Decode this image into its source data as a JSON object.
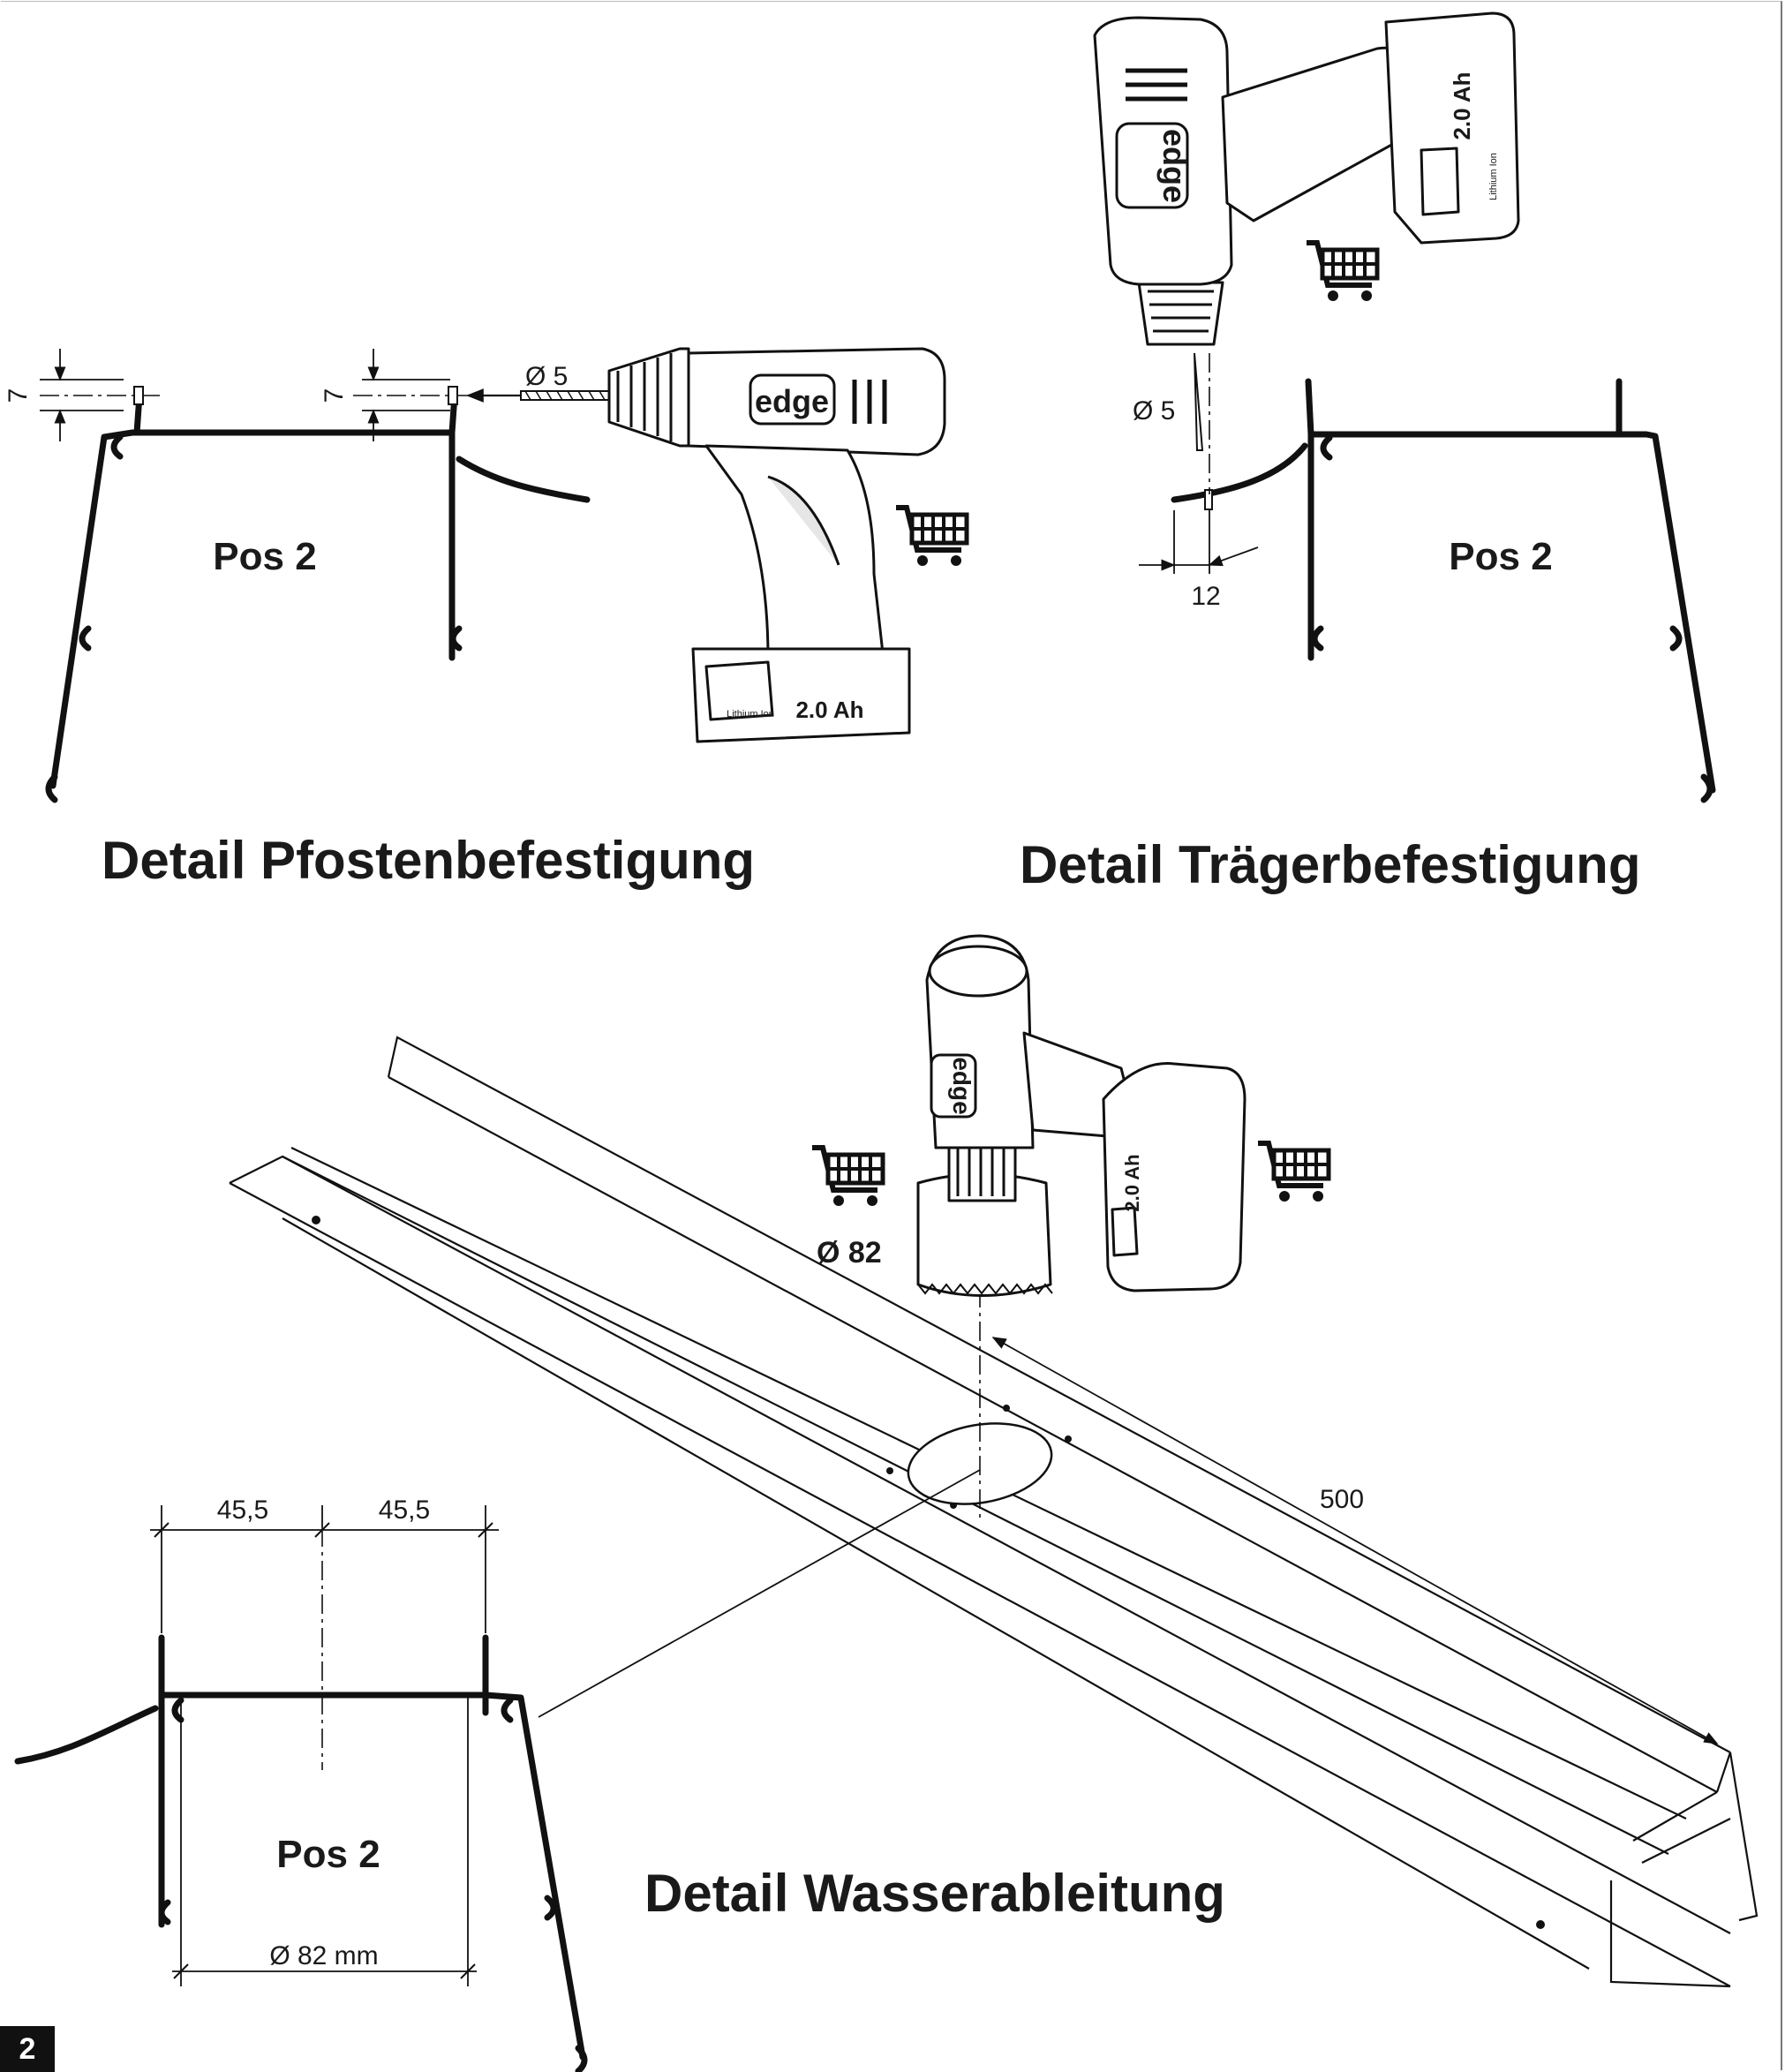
{
  "details": {
    "post": {
      "title": "Detail Pfostenbefestigung",
      "pos_label": "Pos 2",
      "dim_left": "7",
      "dim_right": "7",
      "drill_dia": "Ø 5"
    },
    "beam": {
      "title": "Detail Trägerbefestigung",
      "pos_label": "Pos 2",
      "drill_dia": "Ø 5",
      "dim_offset": "12"
    },
    "drain": {
      "title": "Detail Wasserableitung",
      "pos_label": "Pos 2",
      "dim_half_left": "45,5",
      "dim_half_right": "45,5",
      "hole_dia": "Ø 82 mm",
      "holesaw_dia": "Ø 82",
      "dim_length": "500"
    }
  },
  "drill": {
    "brand": "edge",
    "battery_label": "2.0 Ah",
    "battery_type": "Lithium Ion"
  },
  "icons": [
    "shopping-cart-icon"
  ],
  "page_number": "2"
}
